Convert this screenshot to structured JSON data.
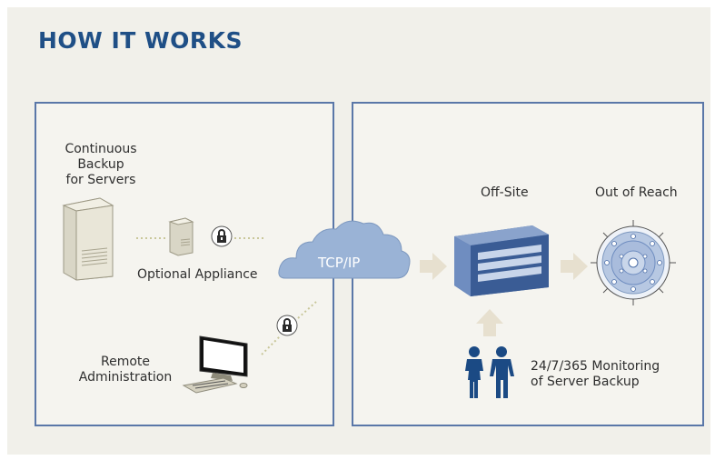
{
  "title": "HOW IT WORKS",
  "left_panel": {
    "backup_label": [
      "Continuous",
      "Backup",
      "for Servers"
    ],
    "appliance_label": "Optional Appliance",
    "remote_label": [
      "Remote",
      "Administration"
    ]
  },
  "cloud_label": "TCP/IP",
  "right_panel": {
    "offsite_label": "Off-Site",
    "reach_label": "Out of Reach",
    "monitoring_label": [
      "24/7/365 Monitoring",
      "of Server Backup"
    ]
  },
  "colors": {
    "title": "#1f4f86",
    "panel_border": "#5a77a8",
    "cloud": "#9ab3d6",
    "arrow": "#e7e0cf",
    "people": "#1b4a84",
    "lock": "#2b2b2b"
  }
}
